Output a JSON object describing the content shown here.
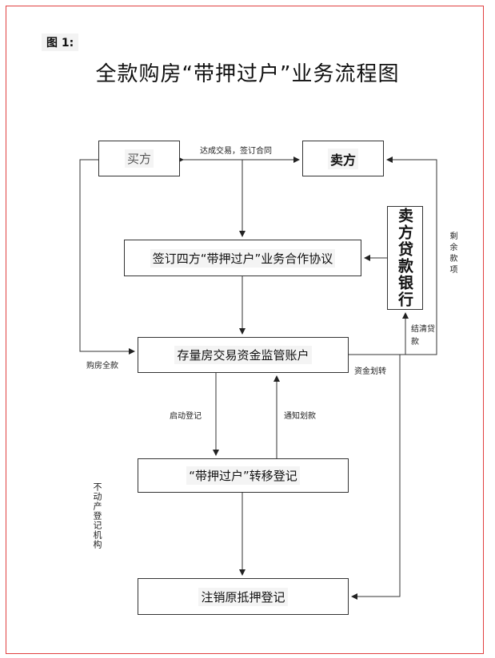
{
  "figure_label": "图 1:",
  "title": "全款购房“带押过户”业务流程图",
  "nodes": {
    "buyer": "买方",
    "seller": "卖方",
    "agreement": "签订四方“带押过户”业务合作协议",
    "bank": "卖方贷款银行",
    "account": "存量房交易资金监管账户",
    "transfer": "“带押过户”转移登记",
    "cancel": "注销原抵押登记"
  },
  "edge_labels": {
    "deal": "达成交易，签订合同",
    "full_payment": "购房全款",
    "fund_transfer": "资金划转",
    "start_registration": "启动登记",
    "notify_transfer": "通知划款",
    "settle_loan": "结清贷款",
    "remaining": "剩余款项",
    "registry": "不动产登记机构"
  }
}
